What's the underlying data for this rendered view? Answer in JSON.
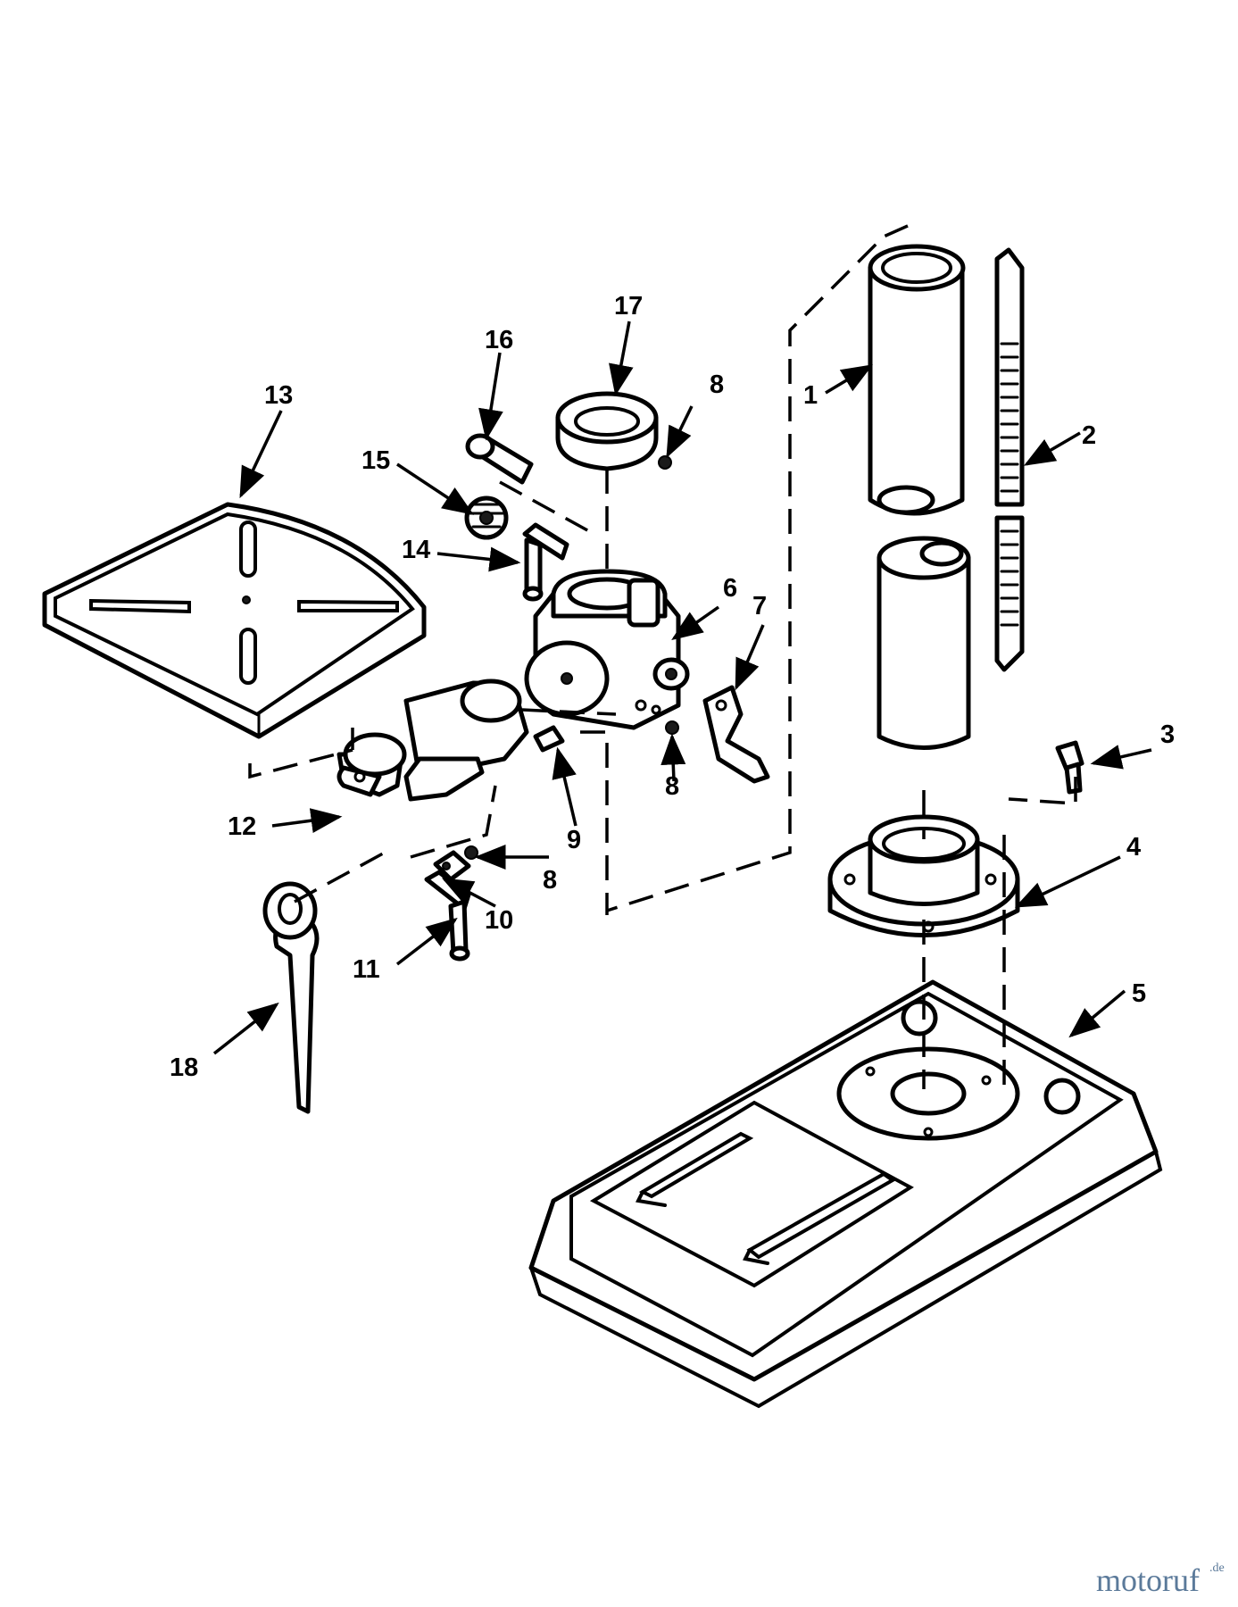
{
  "callouts": {
    "c1": "1",
    "c2": "2",
    "c3": "3",
    "c4": "4",
    "c5": "5",
    "c6": "6",
    "c7": "7",
    "c8a": "8",
    "c8b": "8",
    "c8c": "8",
    "c9": "9",
    "c10": "10",
    "c11": "11",
    "c12": "12",
    "c13": "13",
    "c14": "14",
    "c15": "15",
    "c16": "16",
    "c17": "17",
    "c18": "18"
  },
  "watermark": {
    "name": "motoruf",
    "tld": ".de"
  }
}
